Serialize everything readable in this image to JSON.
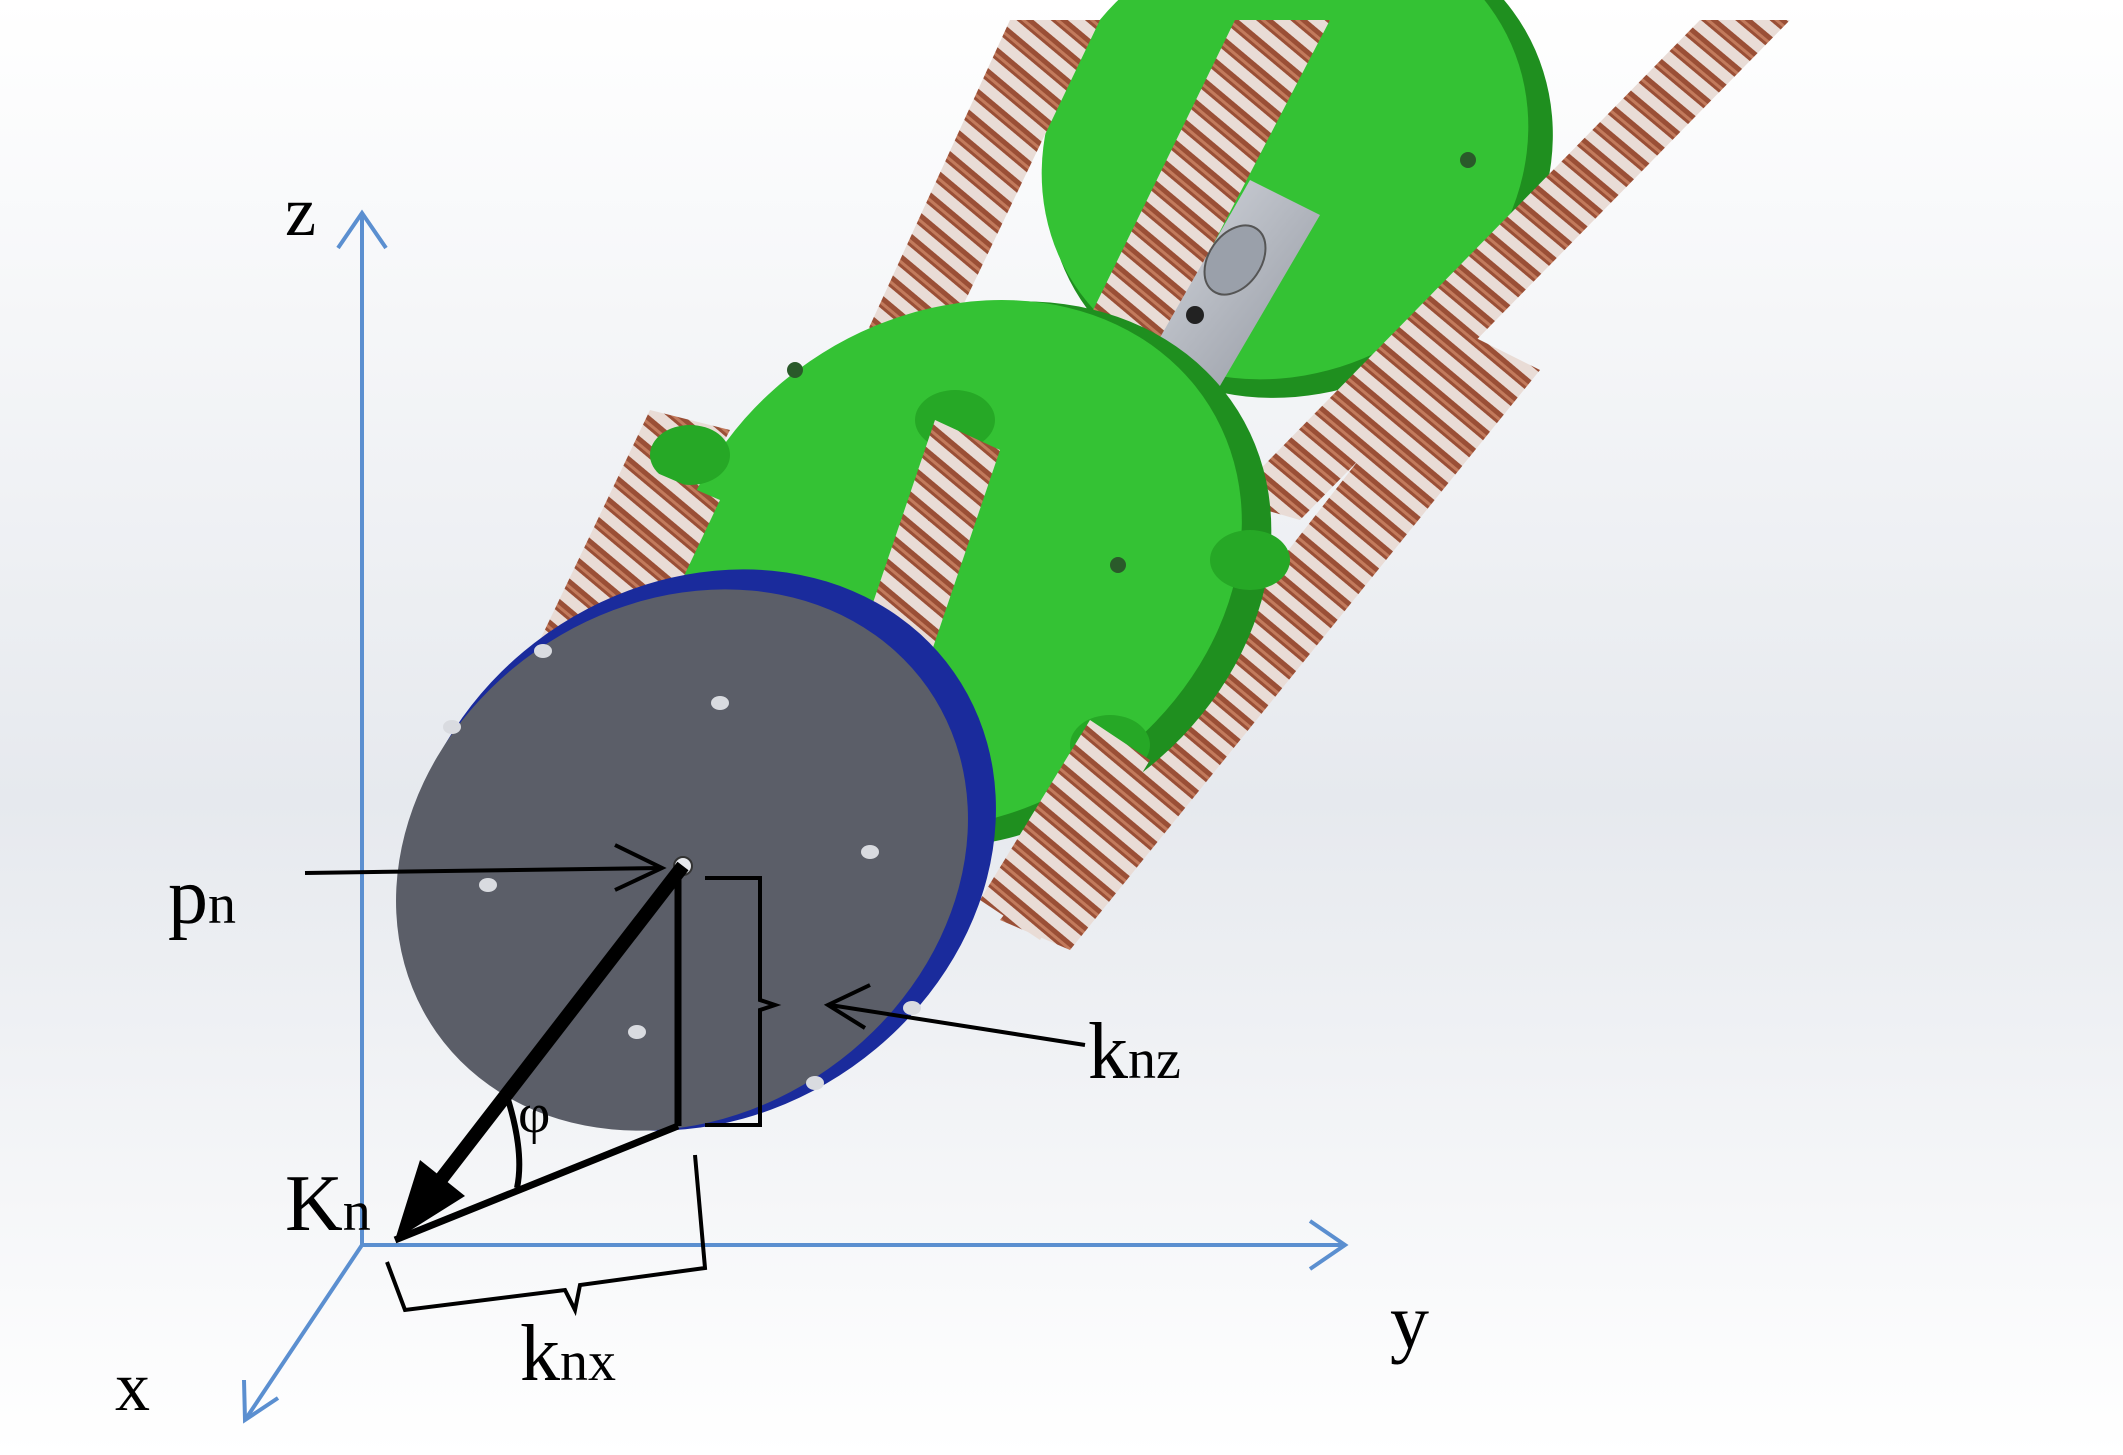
{
  "axes": {
    "x_label": "x",
    "y_label": "y",
    "z_label": "z"
  },
  "labels": {
    "p_main": "p",
    "p_sub": "n",
    "K_main": "K",
    "K_sub": "n",
    "phi": "φ",
    "knz_main": "k",
    "knz_sub": "nz",
    "knx_main": "k",
    "knx_sub": "nx"
  },
  "colors": {
    "axis": "#5b8fd0",
    "plate_face": "#5b5e68",
    "plate_rim": "#1a2b9c",
    "disc_green": "#2fbf2f",
    "disc_green_dark": "#1f8f1f",
    "spring": "#9a4f36",
    "shaft": "#b8bcc4",
    "annotation": "#000000"
  }
}
